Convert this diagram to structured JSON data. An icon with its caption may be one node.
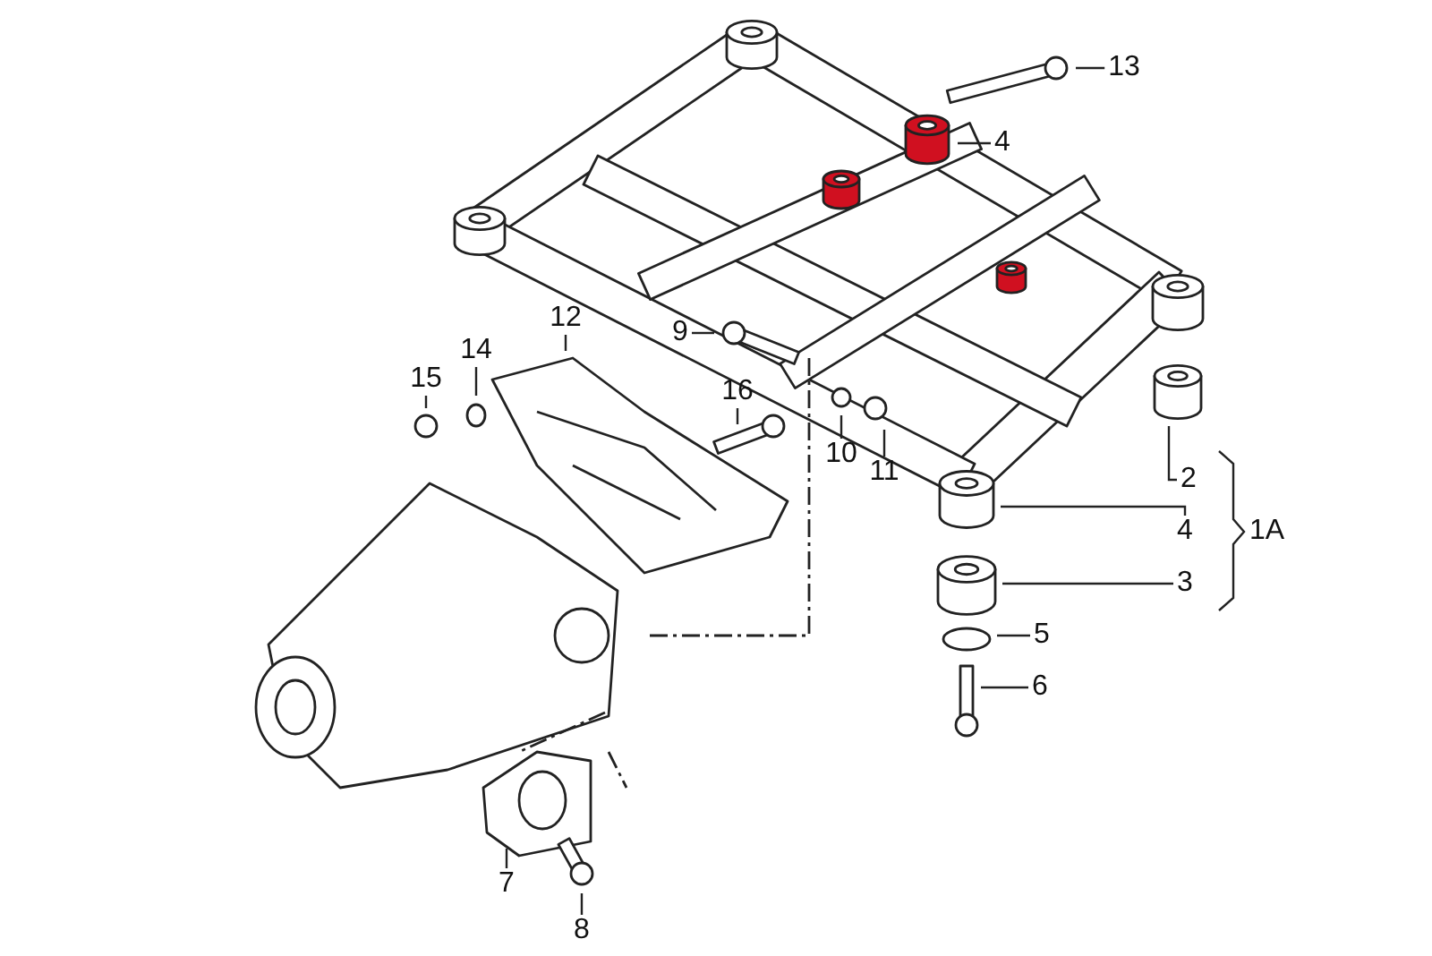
{
  "diagram": {
    "nodes": [
      {
        "text": [
          "13"
        ]
      },
      {
        "text": [
          "4"
        ]
      },
      {
        "text": [
          "9"
        ]
      },
      {
        "text": [
          "12"
        ]
      },
      {
        "text": [
          "14"
        ]
      },
      {
        "text": [
          "16"
        ]
      },
      {
        "text": [
          "15"
        ]
      },
      {
        "text": [
          "10"
        ]
      },
      {
        "text": [
          "11"
        ]
      },
      {
        "text": [
          "2"
        ]
      },
      {
        "text": [
          "4"
        ]
      },
      {
        "text": [
          "3"
        ]
      },
      {
        "text": [
          "5"
        ]
      },
      {
        "text": [
          "6"
        ]
      },
      {
        "text": [
          "7"
        ]
      },
      {
        "text": [
          "8"
        ]
      }
    ],
    "edges": [
      {
        "from": 0,
        "to": null,
        "arrow": "none"
      },
      {
        "from": 1,
        "to": null,
        "arrow": "none"
      },
      {
        "from": 2,
        "to": null,
        "arrow": "none"
      },
      {
        "from": 3,
        "to": null,
        "arrow": "none"
      },
      {
        "from": 4,
        "to": null,
        "arrow": "none"
      },
      {
        "from": 5,
        "to": null,
        "arrow": "none"
      },
      {
        "from": 6,
        "to": null,
        "arrow": "none"
      },
      {
        "from": 7,
        "to": null,
        "arrow": "none"
      },
      {
        "from": 8,
        "to": null,
        "arrow": "none"
      },
      {
        "from": 9,
        "to": null,
        "arrow": "none"
      },
      {
        "from": 10,
        "to": null,
        "arrow": "none"
      },
      {
        "from": 11,
        "to": null,
        "arrow": "none"
      },
      {
        "from": 12,
        "to": null,
        "arrow": "none"
      },
      {
        "from": 13,
        "to": null,
        "arrow": "none"
      },
      {
        "from": 14,
        "to": null,
        "arrow": "none"
      },
      {
        "from": 15,
        "to": null,
        "arrow": "none"
      }
    ],
    "labels": [
      "1A"
    ]
  }
}
